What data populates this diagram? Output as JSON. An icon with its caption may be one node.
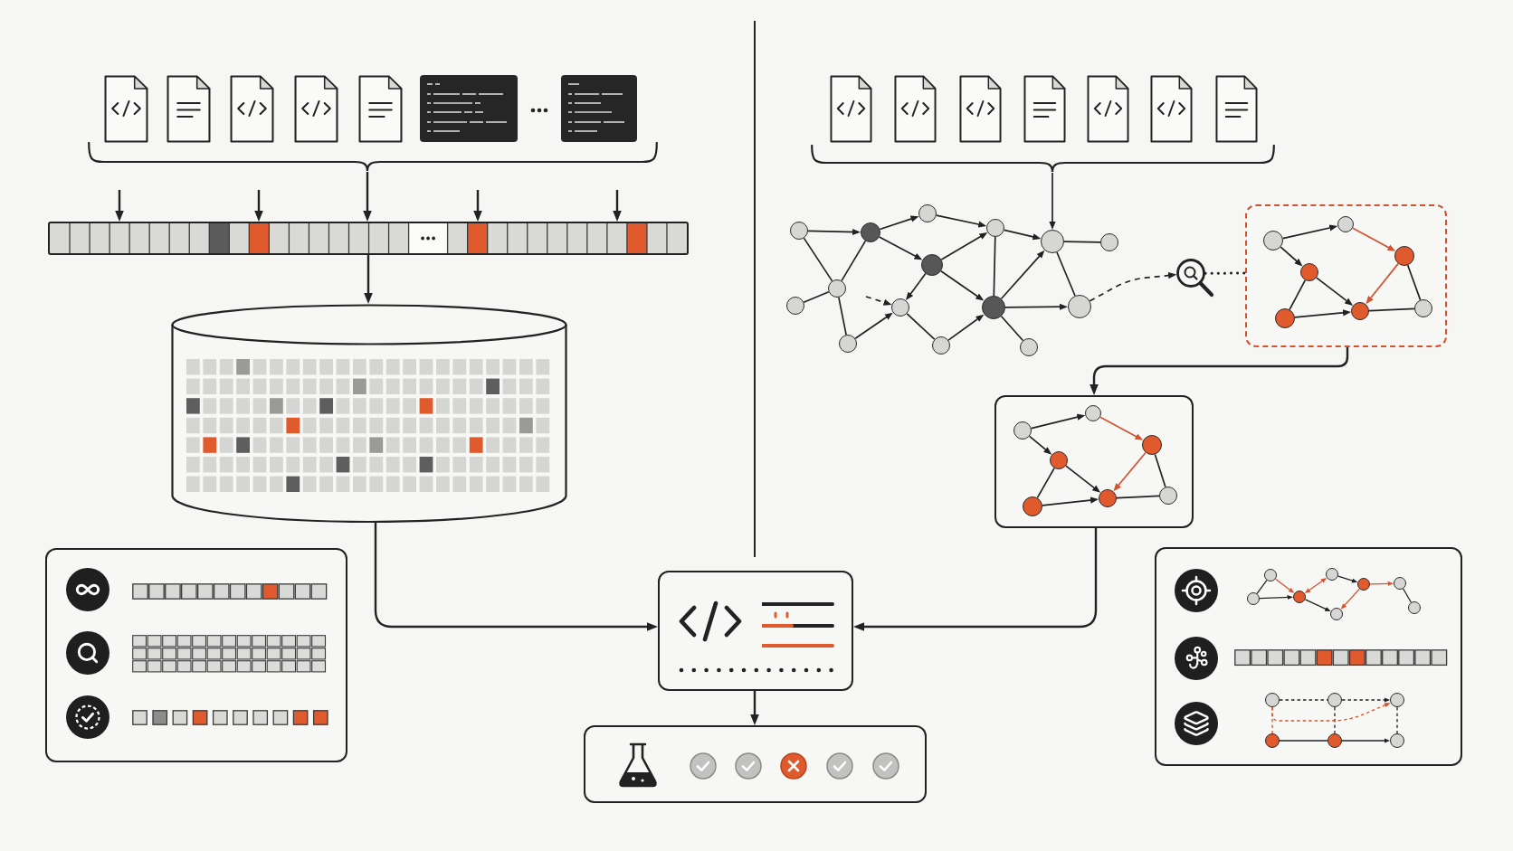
{
  "diagram": {
    "nodes": [
      {
        "text": [],
        "shape": "bar"
      },
      {
        "text": [],
        "shape": "cylinder"
      },
      {
        "text": [],
        "shape": "box"
      },
      {
        "text": [],
        "shape": "box"
      },
      {
        "text": [],
        "shape": "box"
      },
      {
        "text": [],
        "shape": "circle"
      },
      {
        "text": [],
        "shape": "circle"
      },
      {
        "text": [],
        "shape": "circle"
      },
      {
        "text": [],
        "shape": "circle"
      },
      {
        "text": [],
        "shape": "circle"
      },
      {
        "text": [],
        "shape": "circle"
      },
      {
        "text": [],
        "shape": "circle"
      },
      {
        "text": [],
        "shape": "circle"
      },
      {
        "text": [],
        "shape": "circle"
      },
      {
        "text": [],
        "shape": "circle"
      },
      {
        "text": [],
        "shape": "circle"
      },
      {
        "text": [],
        "shape": "circle"
      },
      {
        "text": [],
        "shape": "circle"
      },
      {
        "text": [],
        "shape": "circle"
      },
      {
        "text": [],
        "shape": "circle"
      },
      {
        "text": [],
        "shape": "picture"
      },
      {
        "text": [],
        "shape": "box"
      },
      {
        "text": [],
        "shape": "circle",
        "in": 21
      },
      {
        "text": [],
        "shape": "circle",
        "in": 21
      },
      {
        "text": [],
        "shape": "circle",
        "in": 21
      },
      {
        "text": [],
        "shape": "circle",
        "in": 21
      },
      {
        "text": [],
        "shape": "circle",
        "in": 21
      },
      {
        "text": [],
        "shape": "circle",
        "in": 21
      },
      {
        "text": [],
        "shape": "circle",
        "in": 21
      },
      {
        "text": [],
        "shape": "box"
      },
      {
        "text": [],
        "shape": "circle",
        "in": 29
      },
      {
        "text": [],
        "shape": "circle",
        "in": 29
      },
      {
        "text": [],
        "shape": "circle",
        "in": 29
      },
      {
        "text": [],
        "shape": "circle",
        "in": 29
      },
      {
        "text": [],
        "shape": "circle",
        "in": 29
      },
      {
        "text": [],
        "shape": "circle",
        "in": 29
      },
      {
        "text": [],
        "shape": "circle",
        "in": 29
      },
      {
        "text": [],
        "shape": "box"
      },
      {
        "text": [],
        "shape": "circle",
        "in": 37
      },
      {
        "text": [],
        "shape": "circle",
        "in": 37
      },
      {
        "text": [],
        "shape": "circle",
        "in": 37
      },
      {
        "text": [],
        "shape": "circle",
        "in": 37
      },
      {
        "text": [],
        "shape": "circle",
        "in": 37
      },
      {
        "text": [],
        "shape": "circle",
        "in": 37
      },
      {
        "text": [],
        "shape": "circle",
        "in": 37
      },
      {
        "text": [],
        "shape": "circle",
        "in": 37
      },
      {
        "text": [],
        "shape": "circle",
        "in": 37
      },
      {
        "text": [],
        "shape": "circle",
        "in": 37
      },
      {
        "text": [],
        "shape": "circle",
        "in": 37
      },
      {
        "text": [],
        "shape": "circle",
        "in": 37
      },
      {
        "text": [],
        "shape": "circle",
        "in": 37
      },
      {
        "text": [],
        "shape": "circle",
        "in": 37
      },
      {
        "text": [],
        "shape": "bracket"
      },
      {
        "text": [],
        "shape": "bracket"
      }
    ],
    "edges": [
      {
        "from": 52,
        "to": 0,
        "arrow": "to"
      },
      {
        "from": null,
        "to": 0,
        "arrow": "to"
      },
      {
        "from": null,
        "to": 0,
        "arrow": "to"
      },
      {
        "from": null,
        "to": 0,
        "arrow": "to"
      },
      {
        "from": null,
        "to": 0,
        "arrow": "to"
      },
      {
        "from": 0,
        "to": 1,
        "arrow": "to"
      },
      {
        "from": 1,
        "to": 3,
        "arrow": "to"
      },
      {
        "from": 3,
        "to": 4,
        "arrow": "to"
      },
      {
        "from": 29,
        "to": 3,
        "arrow": "to"
      },
      {
        "from": 5,
        "to": 6,
        "arrow": "to"
      },
      {
        "from": 6,
        "to": 7,
        "arrow": "to"
      },
      {
        "from": 7,
        "to": 8,
        "arrow": "to"
      },
      {
        "from": 8,
        "to": 9,
        "arrow": "to"
      },
      {
        "from": 9,
        "to": 10,
        "arrow": "none"
      },
      {
        "from": 6,
        "to": 11,
        "arrow": "to"
      },
      {
        "from": 11,
        "to": 8,
        "arrow": "to"
      },
      {
        "from": 11,
        "to": 14,
        "arrow": "to"
      },
      {
        "from": 11,
        "to": 15,
        "arrow": "to"
      },
      {
        "from": 5,
        "to": 12,
        "arrow": "none"
      },
      {
        "from": 6,
        "to": 12,
        "arrow": "none"
      },
      {
        "from": 12,
        "to": 13,
        "arrow": "none"
      },
      {
        "from": 12,
        "to": 17,
        "arrow": "none"
      },
      {
        "from": 17,
        "to": 14,
        "arrow": "to"
      },
      {
        "from": null,
        "to": 14,
        "arrow": "to",
        "style": "dashed"
      },
      {
        "from": 14,
        "to": 18,
        "arrow": "none"
      },
      {
        "from": 18,
        "to": 15,
        "arrow": "to"
      },
      {
        "from": 8,
        "to": 15,
        "arrow": "none"
      },
      {
        "from": 15,
        "to": 9,
        "arrow": "to"
      },
      {
        "from": 15,
        "to": 16,
        "arrow": "to"
      },
      {
        "from": 15,
        "to": 19,
        "arrow": "none"
      },
      {
        "from": 9,
        "to": 16,
        "arrow": "none"
      },
      {
        "from": 16,
        "to": 20,
        "arrow": "to",
        "style": "dashed"
      },
      {
        "from": 20,
        "to": 21,
        "arrow": "none",
        "style": "dashed"
      },
      {
        "from": 21,
        "to": 29,
        "arrow": "to"
      },
      {
        "from": 22,
        "to": 23,
        "arrow": "to"
      },
      {
        "from": 23,
        "to": 24,
        "arrow": "to",
        "color": "#d4532e"
      },
      {
        "from": 22,
        "to": 25,
        "arrow": "to"
      },
      {
        "from": 24,
        "to": 27,
        "arrow": "to",
        "color": "#d4532e"
      },
      {
        "from": 25,
        "to": 27,
        "arrow": "to"
      },
      {
        "from": 25,
        "to": 26,
        "arrow": "none"
      },
      {
        "from": 26,
        "to": 27,
        "arrow": "to"
      },
      {
        "from": 27,
        "to": 28,
        "arrow": "none"
      },
      {
        "from": 24,
        "to": 28,
        "arrow": "none"
      },
      {
        "from": 30,
        "to": 31,
        "arrow": "to"
      },
      {
        "from": 31,
        "to": 32,
        "arrow": "to",
        "color": "#d4532e"
      },
      {
        "from": 30,
        "to": 33,
        "arrow": "to"
      },
      {
        "from": 32,
        "to": 35,
        "arrow": "to",
        "color": "#d4532e"
      },
      {
        "from": 33,
        "to": 35,
        "arrow": "to"
      },
      {
        "from": 33,
        "to": 34,
        "arrow": "none"
      },
      {
        "from": 34,
        "to": 35,
        "arrow": "to"
      },
      {
        "from": 35,
        "to": 36,
        "arrow": "none"
      },
      {
        "from": 32,
        "to": 36,
        "arrow": "none"
      },
      {
        "from": 38,
        "to": 39,
        "arrow": "none"
      },
      {
        "from": 39,
        "to": 40,
        "arrow": "to",
        "color": "#d4532e"
      },
      {
        "from": 38,
        "to": 40,
        "arrow": "to"
      },
      {
        "from": 40,
        "to": 42,
        "arrow": "both",
        "color": "#d4532e"
      },
      {
        "from": 40,
        "to": 41,
        "arrow": "to"
      },
      {
        "from": 43,
        "to": 41,
        "arrow": "to",
        "color": "#d4532e"
      },
      {
        "from": 42,
        "to": 43,
        "arrow": "to"
      },
      {
        "from": 43,
        "to": 44,
        "arrow": "to",
        "color": "#d4532e"
      },
      {
        "from": 44,
        "to": 45,
        "arrow": "none"
      },
      {
        "from": 46,
        "to": 47,
        "arrow": "none",
        "style": "dashed"
      },
      {
        "from": 47,
        "to": 48,
        "arrow": "to",
        "style": "dashed"
      },
      {
        "from": 46,
        "to": 49,
        "arrow": "none",
        "style": "dashed",
        "color": "#d4532e"
      },
      {
        "from": 47,
        "to": 50,
        "arrow": "none",
        "style": "dashed"
      },
      {
        "from": 48,
        "to": 51,
        "arrow": "none",
        "style": "dashed"
      },
      {
        "from": 49,
        "to": 50,
        "arrow": "none"
      },
      {
        "from": 50,
        "to": 51,
        "arrow": "to"
      },
      {
        "from": 46,
        "to": 48,
        "arrow": "to",
        "style": "dashed",
        "color": "#d4532e"
      },
      {
        "from": 53,
        "to": 9,
        "arrow": "to"
      }
    ]
  }
}
